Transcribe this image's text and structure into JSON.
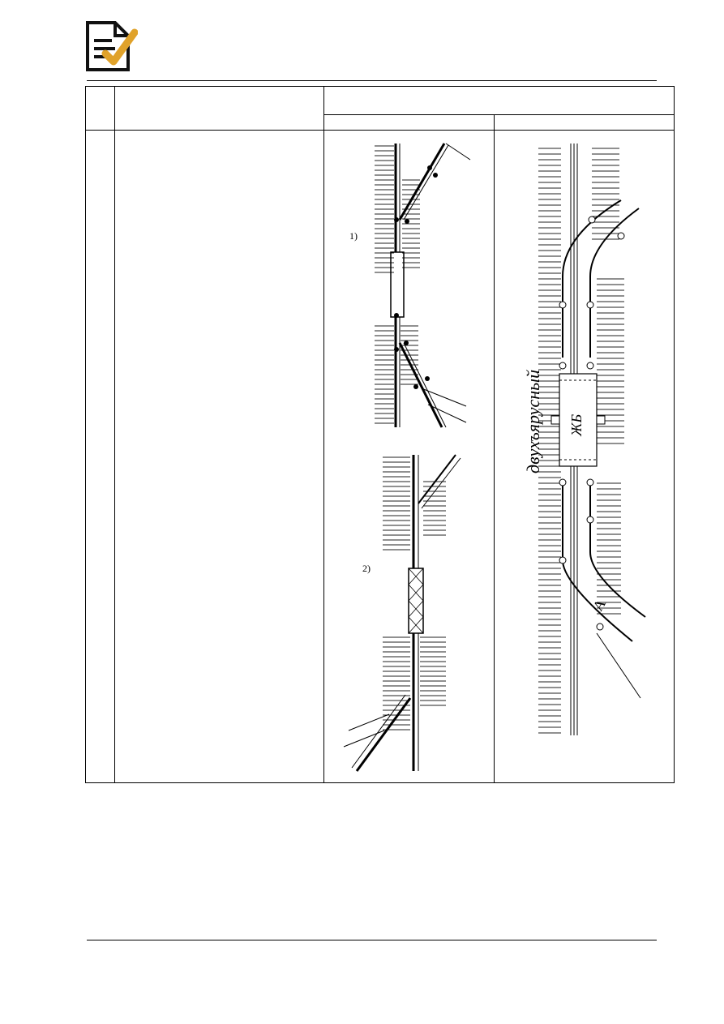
{
  "header": {
    "logo_icon": "document-check-icon",
    "accent": "#e0a22a"
  },
  "table": {
    "header_row": {
      "col_num": "",
      "col_desc": "",
      "col_images": "",
      "sub_a": "",
      "sub_b": ""
    },
    "row1": {
      "num": "",
      "desc": "",
      "fig1_label": "1)",
      "fig2_label": "2)",
      "bridge_word": "двухъярусный",
      "bridge_box_label": "ЖБ",
      "route_letter": "A"
    }
  }
}
